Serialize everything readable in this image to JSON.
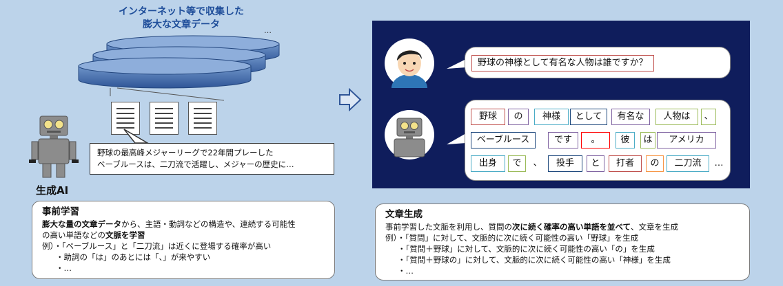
{
  "left": {
    "data_title_lines": [
      "インターネット等で収集した",
      "膨大な文章データ"
    ],
    "top_ellipsis": "…",
    "speech_lines": [
      "野球の最高峰メジャーリーグで22年間プレーした",
      "ベーブルースは、二刀流で活躍し、メジャーの歴史に…"
    ],
    "ai_label": "生成AI"
  },
  "box_left": {
    "title": "事前学習",
    "line1_b1": "膨大な量の文章データ",
    "line1_t1": "から、主語・動詞などの構造や、連続する可能性",
    "line2_t1": "の高い単語などの",
    "line2_b1": "文脈を学習",
    "ex1": "例）・「ベーブルース」と「二刀流」は近くに登場する確率が高い",
    "ex2": "・助詞の「は」のあとには「、」が来やすい",
    "ex3": "・…"
  },
  "box_right": {
    "title": "文章生成",
    "line1_t1": "事前学習した文脈を利用し、質問の",
    "line1_b1": "次に続く確率の高い単語を並べて",
    "line1_t2": "、文章を生成",
    "ex1": "例）・「質問」に対して、文脈的に次に続く可能性の高い「野球」を生成",
    "ex2": "・「質問＋野球」に対して、文脈的に次に続く可能性の高い「の」を生成",
    "ex3": "・「質問＋野球の」に対して、文脈的に次に続く可能性の高い「神様」を生成",
    "ex4": "・…"
  },
  "chat": {
    "question": "野球の神様として有名な人物は誰ですか？",
    "tokens": [
      "野球",
      "の",
      "神様",
      "として",
      "有名な",
      "人物は",
      "、",
      "ベーブルース",
      "です",
      "。",
      "彼",
      "は",
      "アメリカ",
      "出身",
      "で",
      "、",
      "投手",
      "と",
      "打者",
      "の",
      "二刀流",
      "…"
    ]
  },
  "colors": {
    "background": "#bcd3ea",
    "title_blue": "#1f4e9a",
    "panel_navy": "#0f1d5c",
    "token_border": [
      "#c0504d",
      "#8064a2",
      "#4bacc6",
      "#f79646",
      "#9bbb59",
      "#1f497d",
      "#666666",
      "#ff0000"
    ]
  }
}
